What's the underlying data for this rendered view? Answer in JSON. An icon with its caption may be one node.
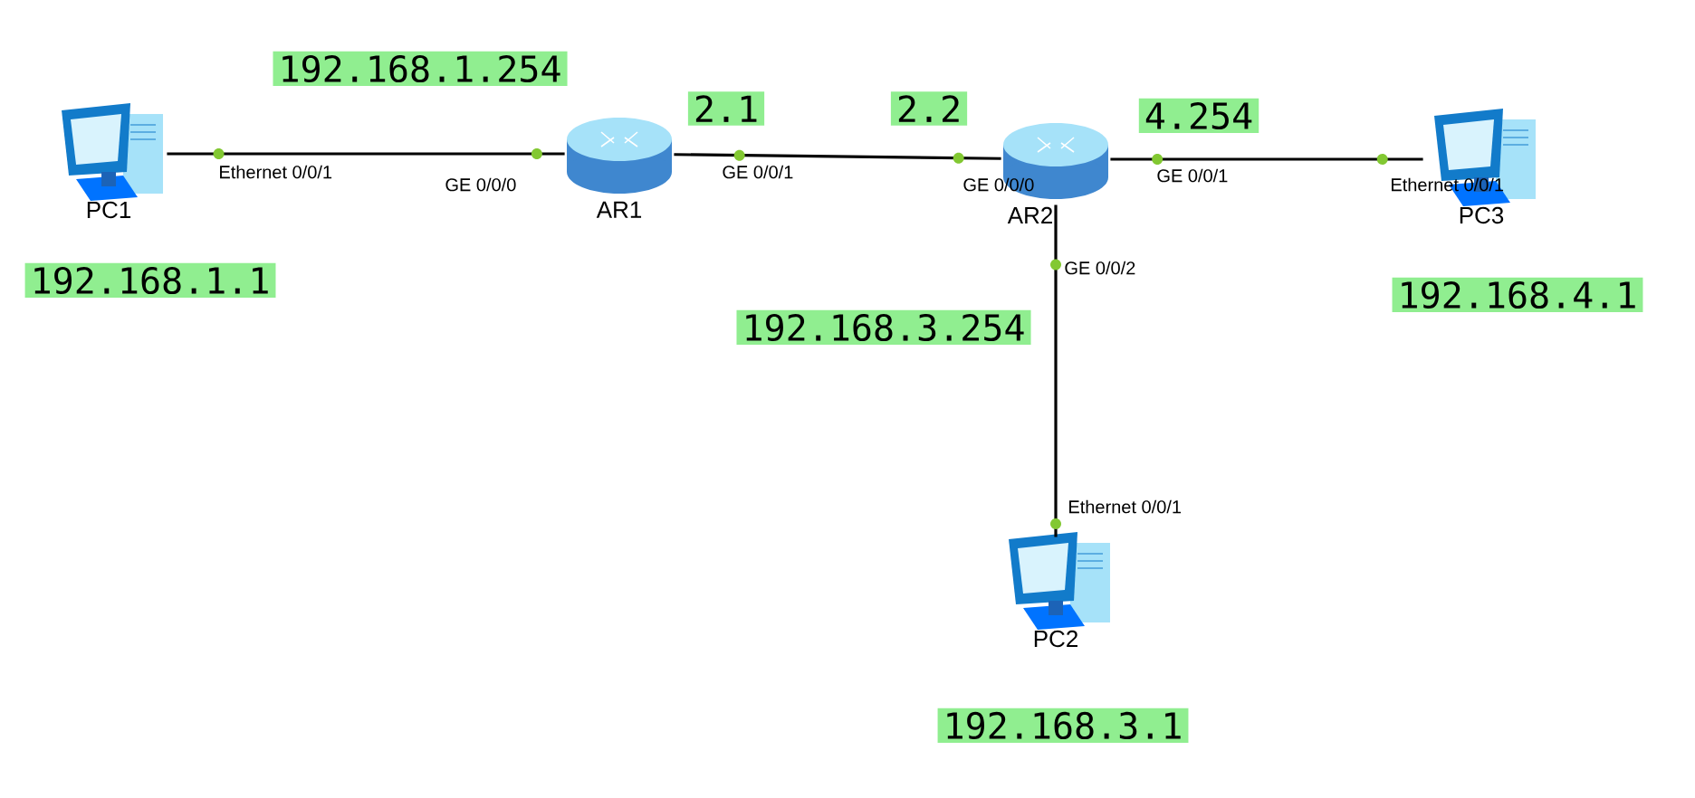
{
  "diagram": {
    "nodes": [
      {
        "text": [
          "192.168.1.254"
        ]
      },
      {
        "text": [
          "2.1"
        ]
      },
      {
        "text": [
          "2.2"
        ]
      },
      {
        "text": [
          "4.254"
        ]
      },
      {
        "text": [
          "PC1"
        ]
      },
      {
        "text": [
          "AR1"
        ]
      },
      {
        "text": [
          "AR2"
        ]
      },
      {
        "text": [
          "PC3"
        ]
      },
      {
        "text": [
          "192.168.1.1"
        ]
      },
      {
        "text": [
          "192.168.4.1"
        ]
      },
      {
        "text": [
          "192.168.3.254"
        ]
      },
      {
        "text": [
          "PC2"
        ]
      },
      {
        "text": [
          "192.168.3.1"
        ]
      }
    ],
    "edges": [
      {
        "from": 4,
        "to": 5,
        "arrow": "none"
      },
      {
        "from": 5,
        "to": 6,
        "arrow": "none"
      },
      {
        "from": 6,
        "to": 7,
        "arrow": "none"
      },
      {
        "from": 6,
        "to": 11,
        "arrow": "none"
      }
    ],
    "labels": [
      "Ethernet 0/0/1",
      "GE 0/0/0",
      "GE 0/0/1",
      "GE 0/0/0",
      "GE 0/0/1",
      "Ethernet 0/0/1",
      "GE 0/0/2",
      "Ethernet 0/0/1"
    ]
  }
}
